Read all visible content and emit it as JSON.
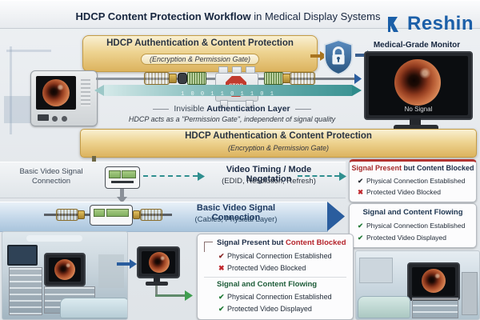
{
  "colors": {
    "logo_blue": "#1b5fa8",
    "gold_band": "#e6c573",
    "teal_arrow": "#2e8b8b",
    "blue_arrow": "#2a5d9e",
    "red": "#b5232b",
    "green": "#1f7a36",
    "navy": "#1d2d47"
  },
  "icons": {
    "check": "✔",
    "cross": "✖"
  },
  "header": {
    "title_bold": "HDCP Content Protection Workflow",
    "title_rest": " in Medical Display Systems",
    "logo_text": "Reshin"
  },
  "top_banner": {
    "title": "HDCP Authentication & Content Protection",
    "subtitle": "(Encryption & Permission Gate)"
  },
  "monitor": {
    "label": "Medical-Grade Monitor",
    "screen_text": "No Signal"
  },
  "stop_gate": {
    "label": "STOP"
  },
  "auth_layer": {
    "prefix": "Invisible ",
    "bold": "Authentication Layer",
    "note": "HDCP acts as a \"Permission Gate\", independent of signal quality",
    "bits": "1 0 0 1 1 0 1 1 0 1"
  },
  "mid_banner": {
    "title": "HDCP Authentication & Content Protection",
    "subtitle": "(Encryption & Permission Gate)"
  },
  "timing_row": {
    "left_label_1": "Basic Video Signal",
    "left_label_2": "Connection",
    "title": "Video Timing / Mode Negetation",
    "subtitle": "(EDID, Resolution, Refresh)"
  },
  "cable_band": {
    "title": "Basic Video Signal Connection",
    "subtitle": "(Cables, Physical Layer)"
  },
  "right_panel_blocked": {
    "title_red": "Signal Present",
    "title_rest": " but Content Blocked",
    "item_1": "Physical Connection Established",
    "item_2": "Protected Video Blocked"
  },
  "right_panel_flowing": {
    "title": "Signal and Content Flowing",
    "item_1": "Physical Connection Established",
    "item_2": "Protected Video Displayed"
  },
  "bottom_panel": {
    "blocked_title_prefix": "Signal Present but ",
    "blocked_title_red": "Content Blocked",
    "blocked_item_1": "Physical Connection Established",
    "blocked_item_2": "Protected Video Blocked",
    "flowing_title": "Signal and Content Flowing",
    "flowing_item_1": "Physical Connection Established",
    "flowing_item_2": "Protected Video Displayed"
  }
}
